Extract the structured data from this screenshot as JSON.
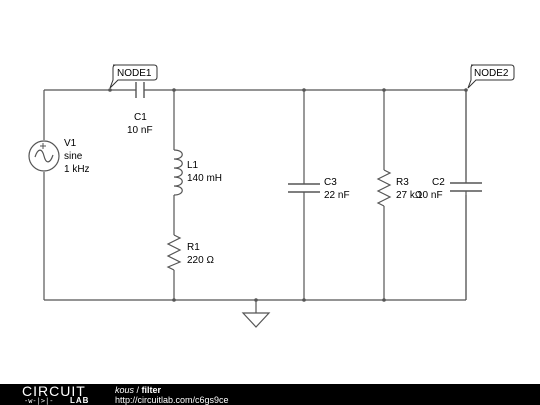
{
  "nodes": {
    "node1": "NODE1",
    "node2": "NODE2"
  },
  "components": {
    "v1": {
      "name": "V1",
      "type": "sine",
      "value": "1 kHz"
    },
    "c1": {
      "name": "C1",
      "value": "10 nF"
    },
    "l1": {
      "name": "L1",
      "value": "140 mH"
    },
    "r1": {
      "name": "R1",
      "value": "220 Ω"
    },
    "c3": {
      "name": "C3",
      "value": "22 nF"
    },
    "r3": {
      "name": "R3",
      "value": "27 kΩ"
    },
    "c2": {
      "name": "C2",
      "value": "10 nF"
    }
  },
  "footer": {
    "logo_top": "CIRCUIT",
    "logo_bottom": "LAB",
    "user": "kous",
    "separator": " / ",
    "title": "filter",
    "url": "http://circuitlab.com/c6gs9ce"
  },
  "colors": {
    "wire": "#555555",
    "footer_bg": "#000000"
  }
}
